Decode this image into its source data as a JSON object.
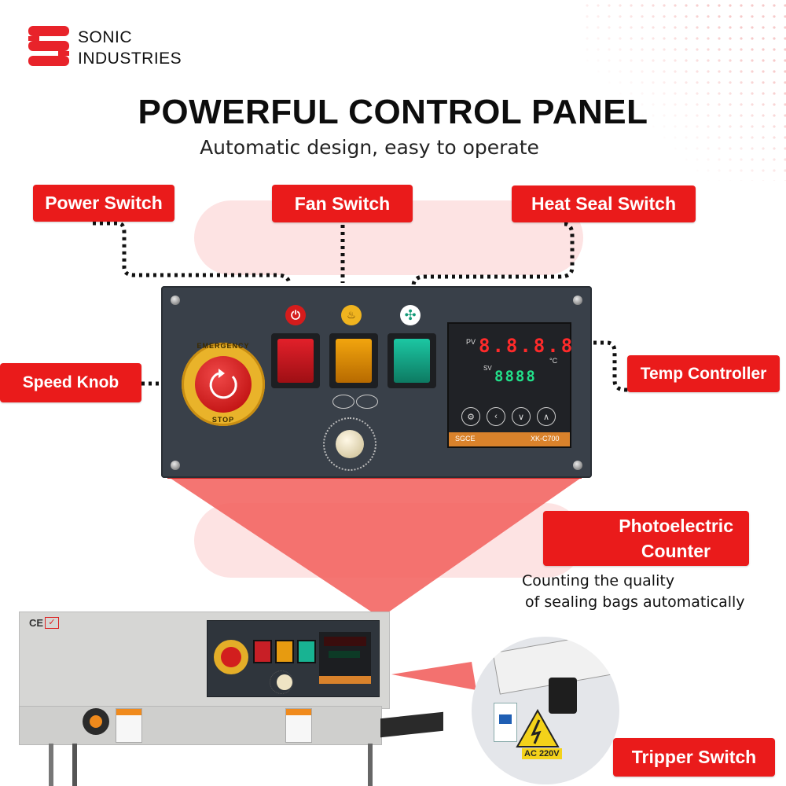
{
  "brand": {
    "line1": "SONIC",
    "line2": "INDUSTRIES",
    "color": "#e8232a"
  },
  "heading": {
    "title": "POWERFUL CONTROL PANEL",
    "subtitle": "Automatic design, easy to operate"
  },
  "callouts": {
    "power_switch": "Power Switch",
    "fan_switch": "Fan Switch",
    "heat_seal_switch": "Heat Seal Switch",
    "speed_knob": "Speed Knob",
    "temp_controller": "Temp Controller",
    "photoelectric_counter_line1": "Photoelectric",
    "photoelectric_counter_line2": "Counter",
    "tripper_switch": "Tripper Switch"
  },
  "counter_description": {
    "line1": "Counting the quality",
    "line2": "of sealing bags automatically"
  },
  "panel": {
    "emergency_text": "EMERGENCY",
    "emergency_bottom": "STOP",
    "controller": {
      "pv_label": "PV",
      "sv_label": "SV",
      "pv_display": "8.8.8.8",
      "sv_display": "8888",
      "unit": "°C",
      "brand": "SGCE",
      "model": "XK-C700"
    }
  },
  "machine": {
    "ce_mark": "CE"
  },
  "tripper_photo": {
    "voltage_label": "AC 220V"
  },
  "colors": {
    "accent": "#ea1b1b",
    "panel": "#394049",
    "heat_amber": "#e8a20c",
    "fan_green": "#14a88c"
  }
}
